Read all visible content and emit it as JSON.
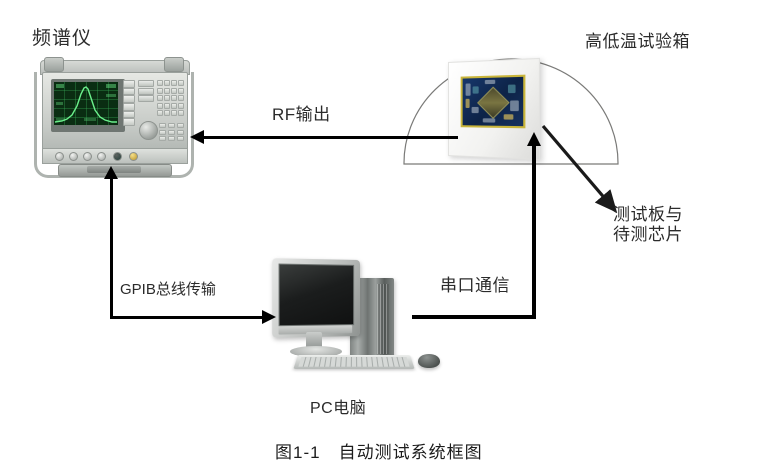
{
  "figure": {
    "caption": "图1-1　自动测试系统框图",
    "background_color": "#ffffff"
  },
  "labels": {
    "spectrum_analyzer": "频谱仪",
    "test_chamber": "高低温试验箱",
    "rf_output": "RF输出",
    "gpib_bus": "GPIB总线传输",
    "serial_comm": "串口通信",
    "dut_line1": "测试板与",
    "dut_line2": "待测芯片",
    "pc": "PC电脑"
  },
  "colors": {
    "line": "#000000",
    "text": "#2b2b2b",
    "arc_outline": "#7a7a78",
    "analyzer_screen": "#0a2d12",
    "analyzer_trace": "#6bf08c",
    "pcb_board": "#123061",
    "pcb_border": "#c9b53a",
    "monitor_screen": "#1b1d1d"
  },
  "nodes": {
    "spectrum_analyzer": "spectrum-analyzer-device",
    "test_chamber": "temperature-test-chamber",
    "test_board": "test-board-pcb",
    "pc": "pc-computer"
  },
  "connections": [
    {
      "id": "rf-output",
      "from": "test-chamber",
      "to": "spectrum-analyzer",
      "label": "RF输出",
      "direction": "left"
    },
    {
      "id": "gpib-bus",
      "from": "spectrum-analyzer",
      "to": "pc",
      "label": "GPIB总线传输",
      "direction": "bidirectional"
    },
    {
      "id": "serial-comm",
      "from": "pc",
      "to": "test-board",
      "label": "串口通信",
      "direction": "up"
    },
    {
      "id": "dut-pointer",
      "from": "test-board",
      "to": "dut-label",
      "label": "测试板与待测芯片",
      "direction": "down-right"
    }
  ]
}
